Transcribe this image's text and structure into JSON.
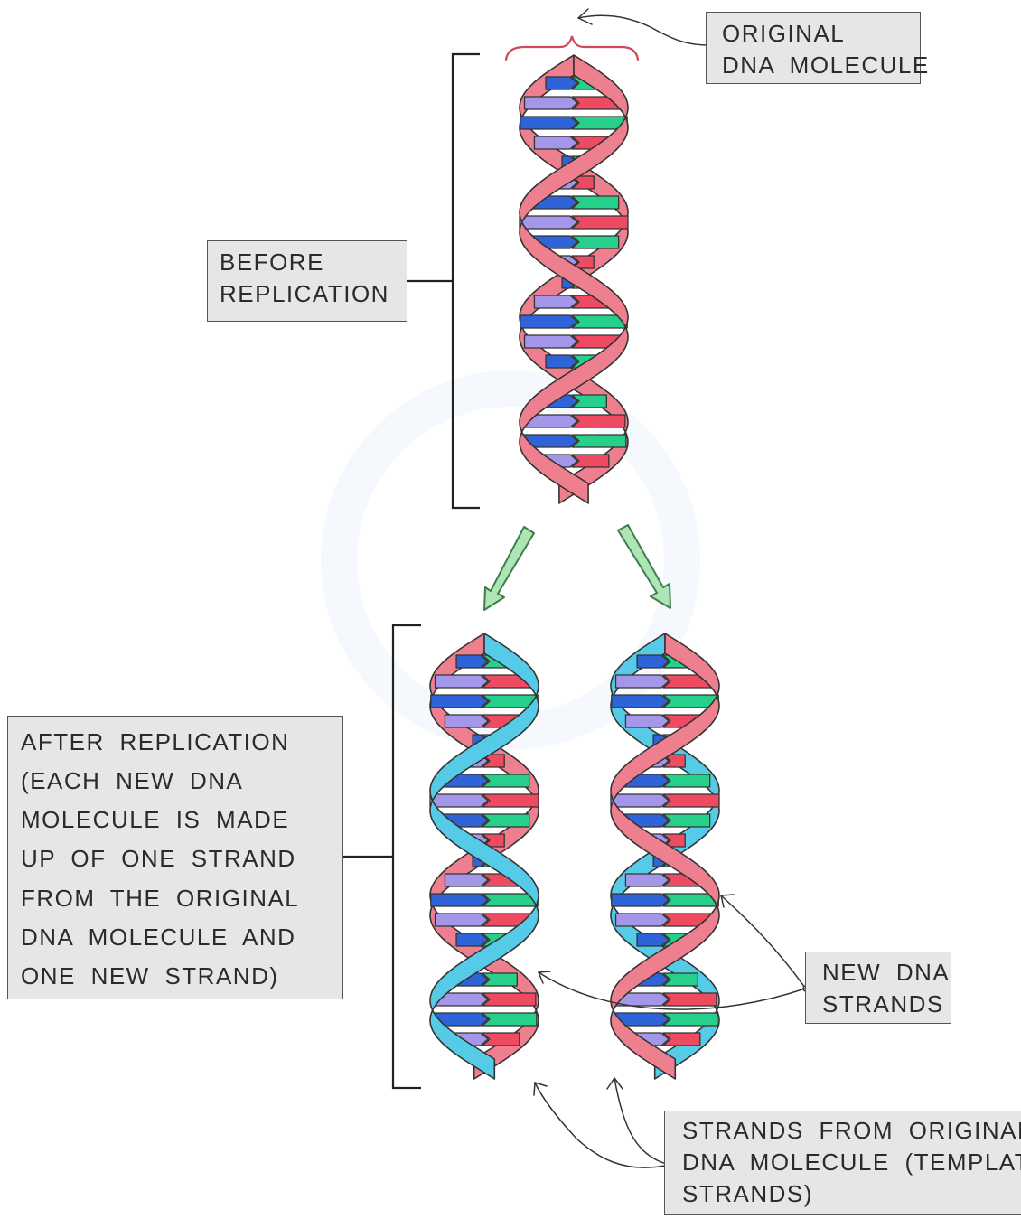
{
  "labels": {
    "original": [
      "ORIGINAL",
      "DNA  MOLECULE"
    ],
    "before": [
      "BEFORE",
      "REPLICATION"
    ],
    "after": [
      "AFTER  REPLICATION",
      "(EACH  NEW  DNA",
      "MOLECULE  IS  MADE",
      "UP  OF  ONE  STRAND",
      "FROM  THE  ORIGINAL",
      "DNA  MOLECULE  AND",
      "ONE  NEW  STRAND)"
    ],
    "new_strands": [
      "NEW  DNA",
      "STRANDS"
    ],
    "template": [
      "STRANDS  FROM  ORIGINAL",
      "DNA  MOLECULE  (TEMPLATE",
      "STRANDS)"
    ]
  },
  "colors": {
    "original_strand": "#ee7f8f",
    "new_strand": "#56cbe7",
    "base_blue": "#2f64d8",
    "base_lavender": "#a497ea",
    "base_green": "#26cf8a",
    "base_red": "#ee4b62",
    "brace": "#d5475a",
    "arrow_fill": "#aee5b4",
    "arrow_stroke": "#3f7d4c",
    "outline": "#333333",
    "label_bg": "#e6e6e6"
  },
  "icons": {
    "down_arrow": "down-arrow-icon",
    "pointer": "pointer-arrow-icon"
  }
}
